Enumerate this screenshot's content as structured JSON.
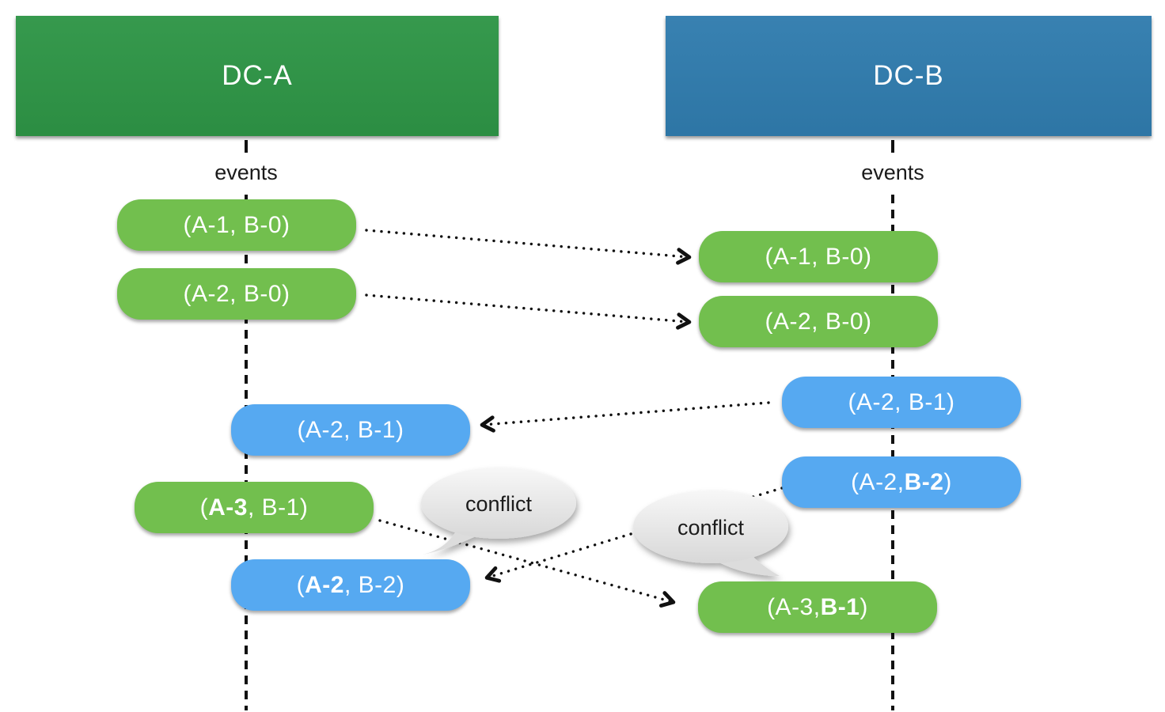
{
  "headers": {
    "dc_a": "DC-A",
    "dc_b": "DC-B"
  },
  "lifelines": {
    "a_label": "events",
    "b_label": "events"
  },
  "pills": {
    "a1": {
      "pre": "(A-1, B-0)",
      "bold": "",
      "post": ""
    },
    "a2": {
      "pre": "(A-2, B-0)",
      "bold": "",
      "post": ""
    },
    "a3": {
      "pre": "(A-2, B-1)",
      "bold": "",
      "post": ""
    },
    "a4": {
      "pre": "(",
      "bold": "A-3",
      "post": ", B-1)"
    },
    "a5": {
      "pre": "(",
      "bold": "A-2",
      "post": ", B-2)"
    },
    "b1": {
      "pre": "(A-1, B-0)",
      "bold": "",
      "post": ""
    },
    "b2": {
      "pre": "(A-2, B-0)",
      "bold": "",
      "post": ""
    },
    "b3": {
      "pre": "(A-2, B-1)",
      "bold": "",
      "post": ""
    },
    "b4": {
      "pre": "(A-2, ",
      "bold": "B-2",
      "post": ")"
    },
    "b5": {
      "pre": "(A-3, ",
      "bold": "B-1",
      "post": ")"
    }
  },
  "bubbles": {
    "left": "conflict",
    "right": "conflict"
  },
  "colors": {
    "dc_a_header": "#2e9546",
    "dc_b_header": "#307cae",
    "green_pill": "#72bf4e",
    "blue_pill": "#56a9f1",
    "pill_text": "#ffffff",
    "ink": "#111111",
    "bubble_top": "#f6f6f6",
    "bubble_bottom": "#d8d8d8"
  }
}
